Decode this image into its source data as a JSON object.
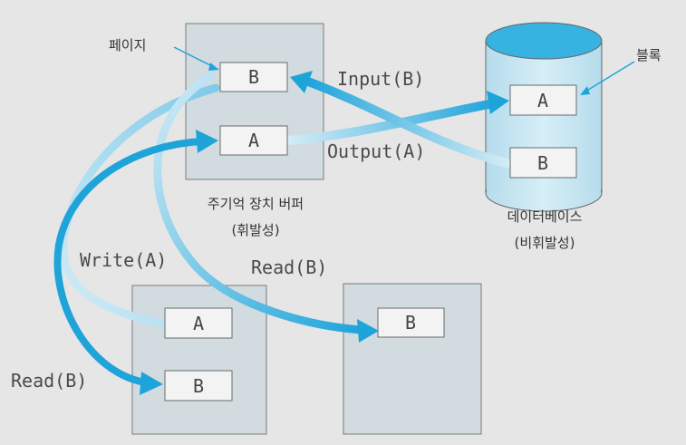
{
  "labels": {
    "page": "페이지",
    "block": "블록",
    "buffer_line1": "주기억 장치 버퍼",
    "buffer_line2": "(휘발성)",
    "database_line1": "데이터베이스",
    "database_line2": "(비휘발성)",
    "input": "Input(B)",
    "output": "Output(A)",
    "write": "Write(A)",
    "read_left": "Read(B)",
    "read_top": "Read(B)"
  },
  "buffer_blocks": [
    "B",
    "A"
  ],
  "database_blocks": [
    "A",
    "B"
  ],
  "tx1_blocks": [
    "A",
    "B"
  ],
  "tx2_blocks": [
    "B"
  ],
  "colors": {
    "background": "#e6e6e6",
    "panel": "#d2dce0",
    "block": "#f3f3f3",
    "arrow_dark": "#1fa4da",
    "arrow_light": "#bfe3f2",
    "cylinder_top": "#37b3e2",
    "cylinder_body": "#c6e6f2"
  }
}
